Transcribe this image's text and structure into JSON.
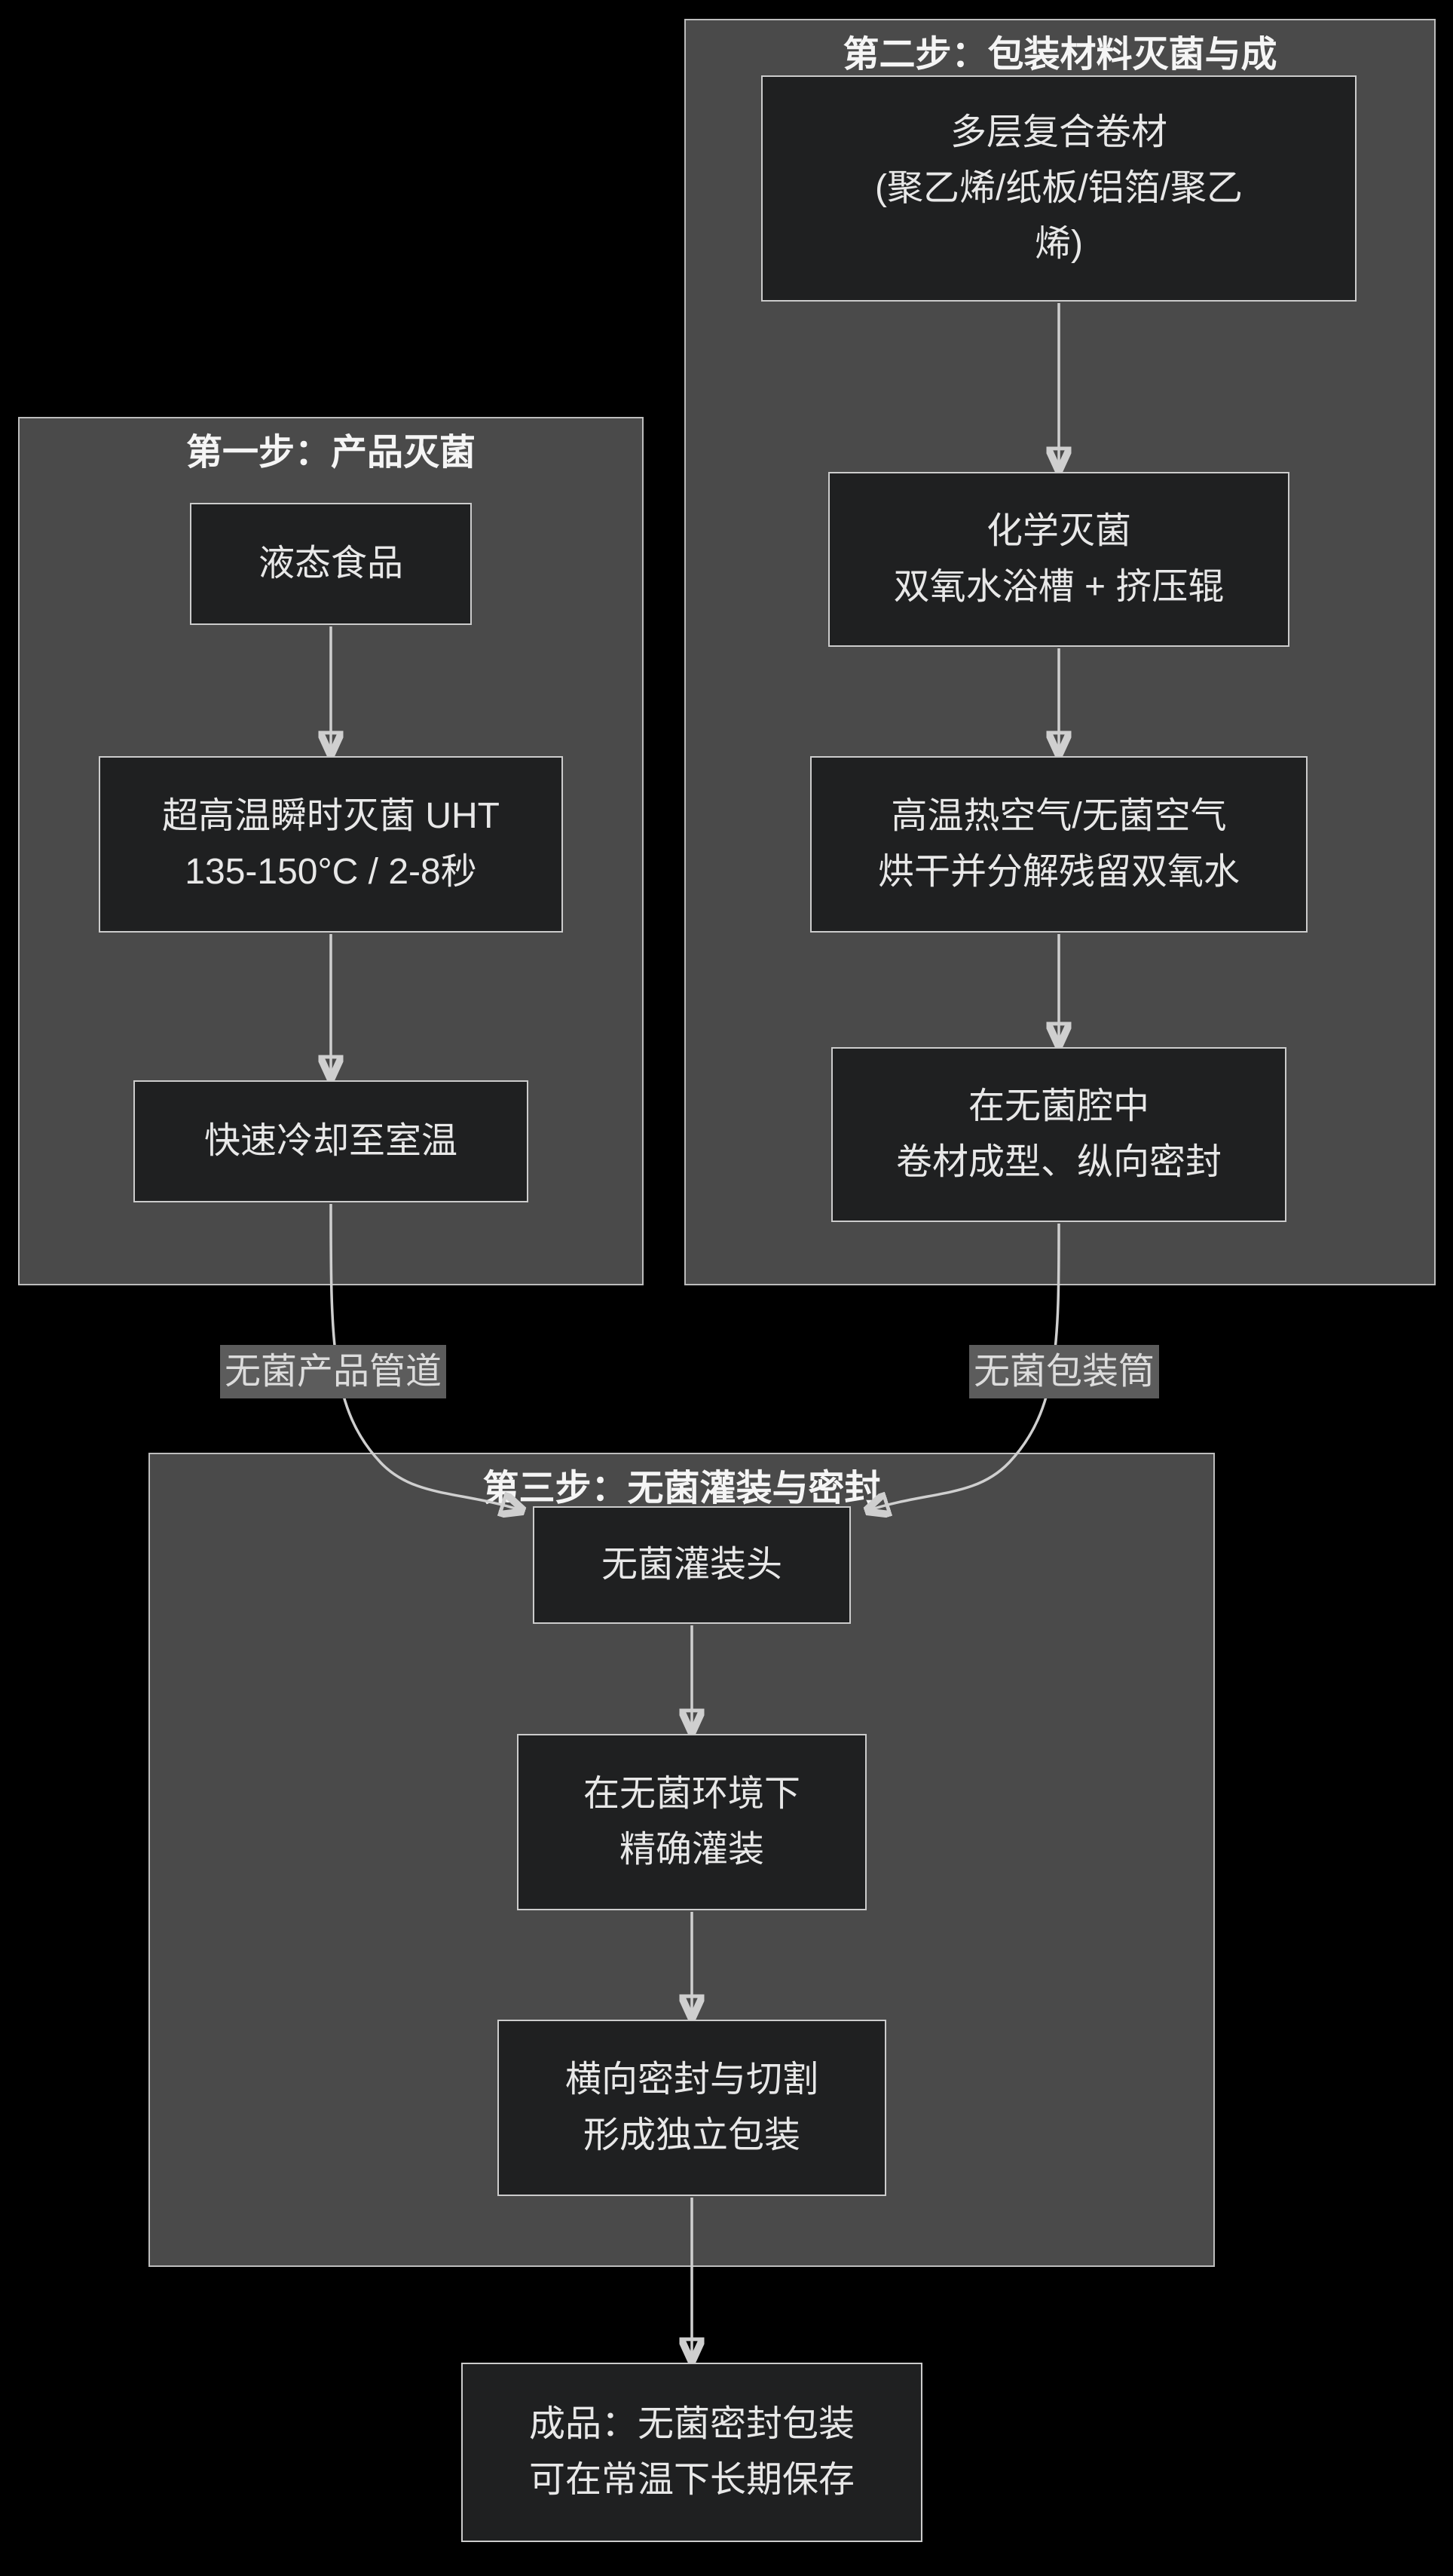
{
  "diagram": {
    "type": "flowchart",
    "theme": "dark",
    "colors": {
      "background": "#000000",
      "cluster_fill": "#4a4a4a",
      "cluster_border": "#bdbdbd",
      "node_fill": "#1f2021",
      "node_border": "#cccccc",
      "node_text": "#e8e8e8",
      "title_text": "#f5f5f5",
      "edge_line": "#cfcfcf",
      "edge_label_bg": "#5c5c5c",
      "edge_label_text": "#dcdcdc"
    },
    "clusters": [
      {
        "id": "step1",
        "title": "第一步：产品灭菌"
      },
      {
        "id": "step2",
        "title": "第二步：包装材料灭菌与成"
      },
      {
        "id": "step3",
        "title": "第三步：无菌灌装与密封"
      }
    ],
    "nodes": [
      {
        "id": "liquid-food",
        "cluster": "step1",
        "lines": [
          "液态食品"
        ]
      },
      {
        "id": "uht",
        "cluster": "step1",
        "lines": [
          "超高温瞬时灭菌 UHT",
          "135-150°C / 2-8秒"
        ]
      },
      {
        "id": "rapid-cooling",
        "cluster": "step1",
        "lines": [
          "快速冷却至室温"
        ]
      },
      {
        "id": "laminate-roll",
        "cluster": "step2",
        "lines": [
          "多层复合卷材",
          "(聚乙烯/纸板/铝箔/聚乙",
          "烯)"
        ]
      },
      {
        "id": "chemical-sterilize",
        "cluster": "step2",
        "lines": [
          "化学灭菌",
          "双氧水浴槽 + 挤压辊"
        ]
      },
      {
        "id": "hot-air-dry",
        "cluster": "step2",
        "lines": [
          "高温热空气/无菌空气",
          "烘干并分解残留双氧水"
        ]
      },
      {
        "id": "forming-sealing",
        "cluster": "step2",
        "lines": [
          "在无菌腔中",
          "卷材成型、纵向密封"
        ]
      },
      {
        "id": "filling-head",
        "cluster": "step3",
        "lines": [
          "无菌灌装头"
        ]
      },
      {
        "id": "precise-filling",
        "cluster": "step3",
        "lines": [
          "在无菌环境下",
          "精确灌装"
        ]
      },
      {
        "id": "transverse-seal",
        "cluster": "step3",
        "lines": [
          "横向密封与切割",
          "形成独立包装"
        ]
      },
      {
        "id": "final-product",
        "cluster": null,
        "lines": [
          "成品：无菌密封包装",
          "可在常温下长期保存"
        ]
      }
    ],
    "edge_labels": [
      {
        "id": "sterile-product-pipe",
        "text": "无菌产品管道"
      },
      {
        "id": "sterile-packaging-tube",
        "text": "无菌包装筒"
      }
    ]
  }
}
